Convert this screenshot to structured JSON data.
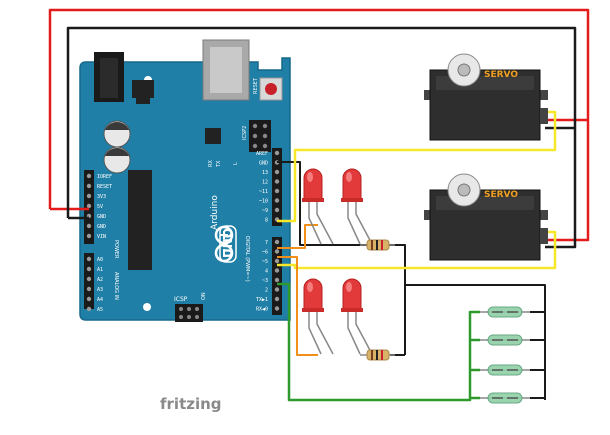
{
  "watermark": "fritzing",
  "arduino": {
    "model_line1": "UNO",
    "brand": "Arduino",
    "reset_label": "RESET",
    "icsp2_label": "ICSP2",
    "icsp_label": "ICSP",
    "tx_label": "TX",
    "rx_label": "RX",
    "l_label": "L",
    "on_label": "ON",
    "power_header_label": "POWER",
    "analog_header_label": "ANALOG IN",
    "digital_header_label": "DIGITAL (PWM=~)",
    "power_pins": [
      "IOREF",
      "RESET",
      "3V3",
      "5V",
      "GND",
      "GND",
      "VIN"
    ],
    "analog_pins": [
      "A0",
      "A1",
      "A2",
      "A3",
      "A4",
      "A5"
    ],
    "digital_top_pins": [
      "AREF",
      "GND",
      "13",
      "12",
      "~11",
      "~10",
      "~9",
      "8"
    ],
    "digital_bottom_pins": [
      "7",
      "~6",
      "~5",
      "4",
      "~3",
      "2",
      "TX▶1",
      "RX◀0"
    ]
  },
  "servos": [
    {
      "label": "SERVO"
    },
    {
      "label": "SERVO"
    }
  ],
  "colors": {
    "board": "#1f7fa6",
    "board_edge": "#16698c",
    "wire_red": "#e31b1b",
    "wire_black": "#1a1a1a",
    "wire_yellow": "#f5e82a",
    "wire_orange": "#f0901a",
    "wire_green": "#2e9a2e",
    "led": "#e23a3a",
    "reed_glass": "#8fd0a6"
  }
}
